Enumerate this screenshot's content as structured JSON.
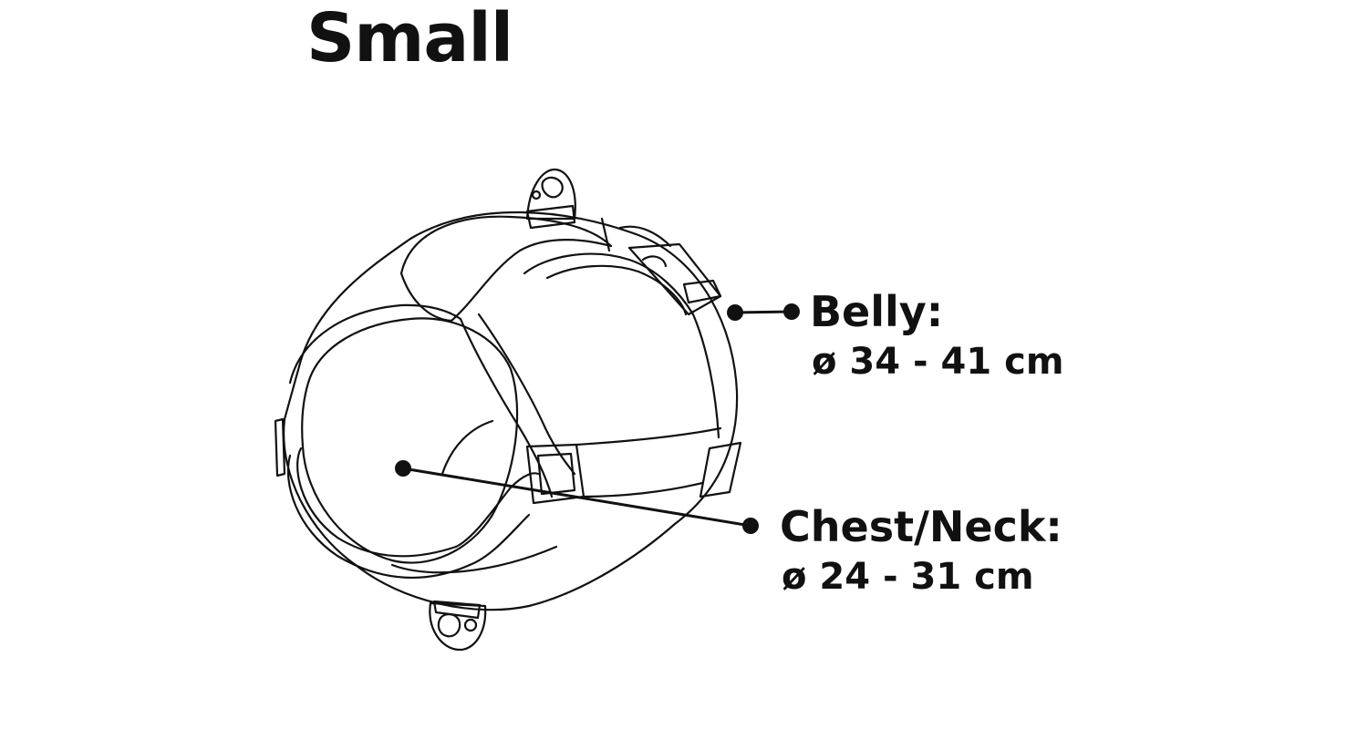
{
  "size": {
    "title": "Small"
  },
  "measurements": [
    {
      "id": "belly",
      "label": "Belly:",
      "range": "ø 34 - 41 cm"
    },
    {
      "id": "chest",
      "label": "Chest/Neck:",
      "range": "ø 24 - 31 cm"
    }
  ],
  "colors": {
    "ink": "#111111",
    "background": "#ffffff"
  },
  "illustration": {
    "subject": "dog-harness-line-drawing"
  }
}
